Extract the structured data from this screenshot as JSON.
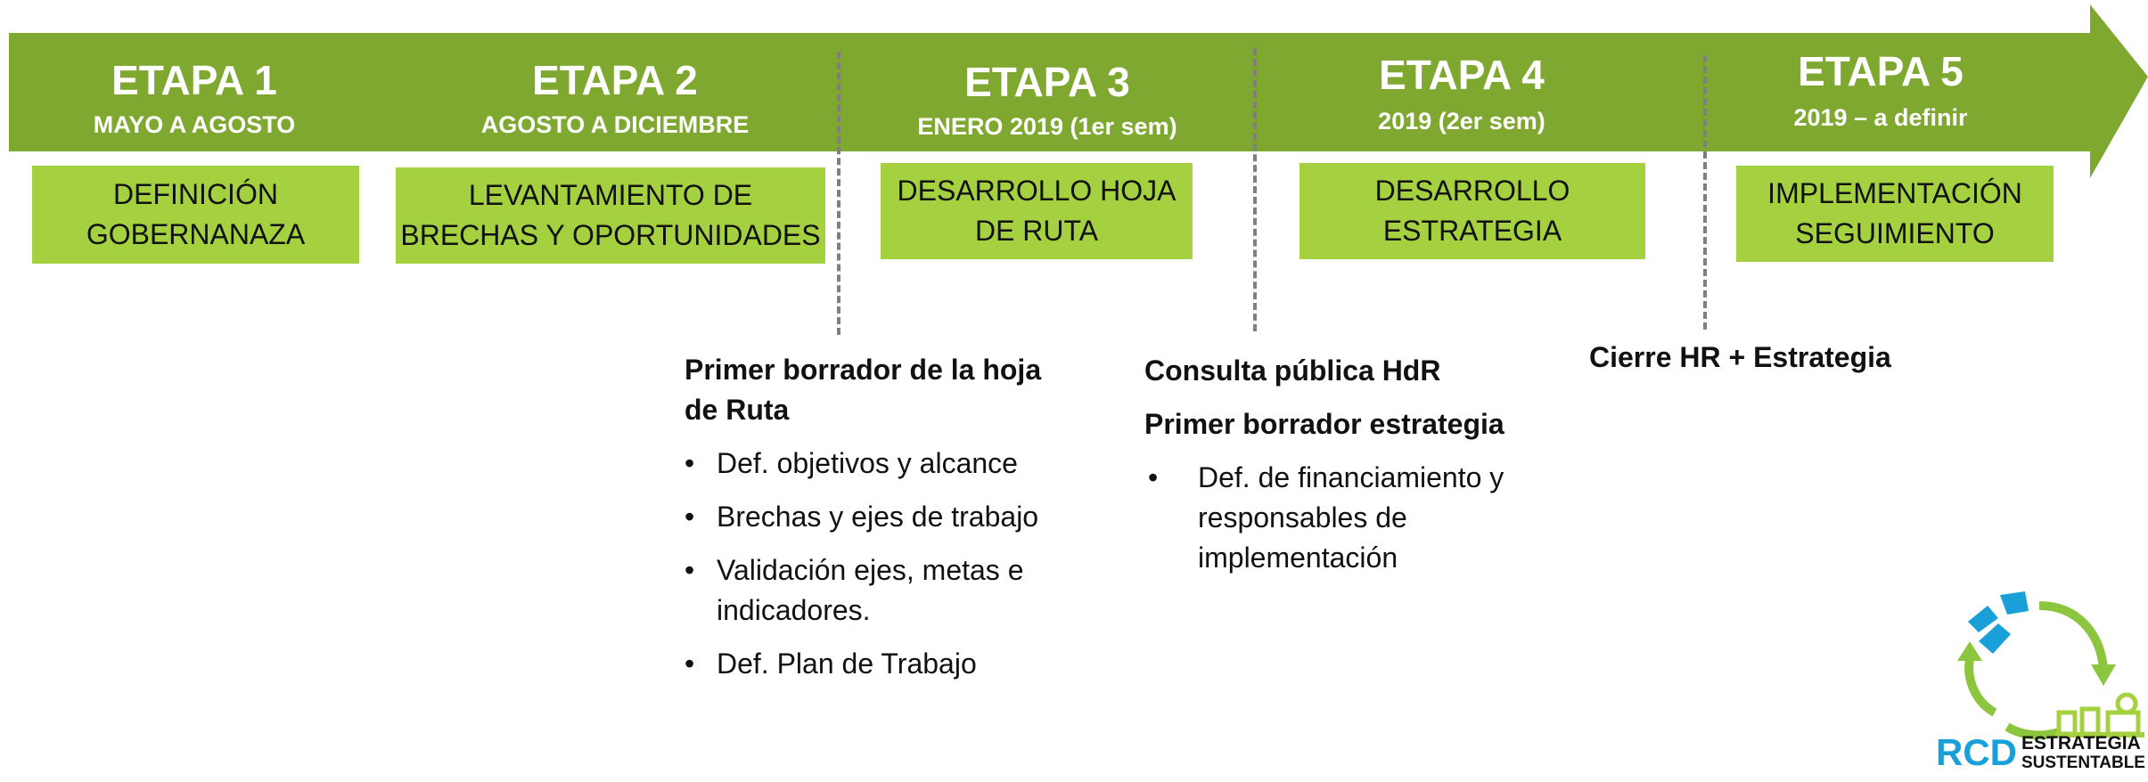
{
  "colors": {
    "arrow_green": "#7ea82f",
    "box_green": "#a5d140",
    "divider_gray": "#7f7f7f",
    "logo_blue": "#1aa0d8",
    "logo_green": "#8cc63f"
  },
  "stages": [
    {
      "title": "ETAPA 1",
      "subtitle": "MAYO A AGOSTO",
      "box_lines": [
        "DEFINICIÓN",
        "GOBERNANAZA"
      ]
    },
    {
      "title": "ETAPA 2",
      "subtitle": "AGOSTO A DICIEMBRE",
      "box_lines": [
        "LEVANTAMIENTO DE",
        "BRECHAS Y OPORTUNIDADES"
      ]
    },
    {
      "title": "ETAPA 3",
      "subtitle": "ENERO  2019 (1er sem)",
      "box_lines": [
        "DESARROLLO HOJA",
        "DE RUTA"
      ]
    },
    {
      "title": "ETAPA 4",
      "subtitle": "2019 (2er sem)",
      "box_lines": [
        "DESARROLLO",
        "ESTRATEGIA"
      ]
    },
    {
      "title": "ETAPA 5",
      "subtitle": "2019 – a definir",
      "box_lines": [
        "IMPLEMENTACIÓN",
        "SEGUIMIENTO"
      ]
    }
  ],
  "notes": {
    "stage3": {
      "heading_lines": [
        "Primer borrador de la hoja",
        "de Ruta"
      ],
      "bullets": [
        [
          "Def. objetivos y alcance"
        ],
        [
          "Brechas y ejes de trabajo"
        ],
        [
          "Validación ejes, metas e",
          "indicadores."
        ],
        [
          "Def. Plan de Trabajo"
        ]
      ]
    },
    "stage4": {
      "heading1": "Consulta pública HdR",
      "heading2": "Primer borrador estrategia",
      "bullets": [
        [
          "Def. de financiamiento y",
          "responsables de",
          "implementación"
        ]
      ]
    },
    "stage5": {
      "heading": "Cierre HR + Estrategia"
    }
  },
  "bullet_char": "•",
  "logo": {
    "brand": "RCD",
    "line1": "ESTRATEGIA",
    "line2": "SUSTENTABLE"
  }
}
